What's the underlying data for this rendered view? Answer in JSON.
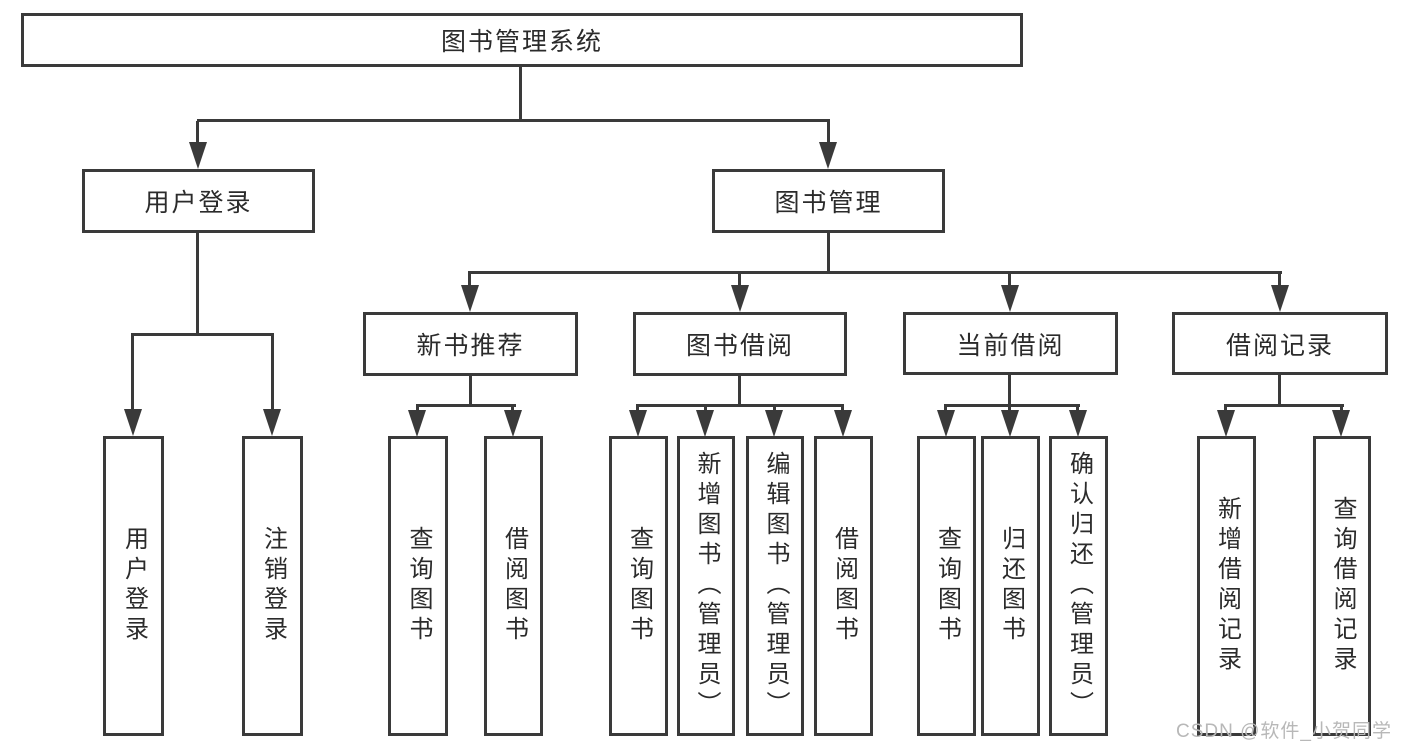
{
  "page": {
    "background": "#ffffff"
  },
  "colors": {
    "box_border": "#3a3a3a",
    "connector": "#3a3a3a",
    "text": "#2b2b2b",
    "watermark": "#b8b8b8"
  },
  "watermark": {
    "text": "CSDN @软件_小贺同学"
  },
  "nodes": {
    "root": {
      "label": "图书管理系统",
      "parent": null
    },
    "user_login": {
      "label": "用户登录",
      "parent": "root"
    },
    "book_mgmt": {
      "label": "图书管理",
      "parent": "root"
    },
    "new_book_rec": {
      "label": "新书推荐",
      "parent": "book_mgmt"
    },
    "book_borrow": {
      "label": "图书借阅",
      "parent": "book_mgmt"
    },
    "current_borrow": {
      "label": "当前借阅",
      "parent": "book_mgmt"
    },
    "borrow_records": {
      "label": "借阅记录",
      "parent": "book_mgmt"
    },
    "lf_login": {
      "label": "用户登录",
      "parent": "user_login"
    },
    "lf_logout": {
      "label": "注销登录",
      "parent": "user_login"
    },
    "lf_nb_query": {
      "label": "查询图书",
      "parent": "new_book_rec"
    },
    "lf_nb_borrow": {
      "label": "借阅图书",
      "parent": "new_book_rec"
    },
    "lf_bb_query": {
      "label": "查询图书",
      "parent": "book_borrow"
    },
    "lf_bb_add": {
      "label": "新增图书（管理员）",
      "parent": "book_borrow"
    },
    "lf_bb_edit": {
      "label": "编辑图书（管理员）",
      "parent": "book_borrow"
    },
    "lf_bb_borrow": {
      "label": "借阅图书",
      "parent": "book_borrow"
    },
    "lf_cb_query": {
      "label": "查询图书",
      "parent": "current_borrow"
    },
    "lf_cb_return": {
      "label": "归还图书",
      "parent": "current_borrow"
    },
    "lf_cb_confirm": {
      "label": "确认归还（管理员）",
      "parent": "current_borrow"
    },
    "lf_br_add": {
      "label": "新增借阅记录",
      "parent": "borrow_records"
    },
    "lf_br_query": {
      "label": "查询借阅记录",
      "parent": "borrow_records"
    }
  }
}
